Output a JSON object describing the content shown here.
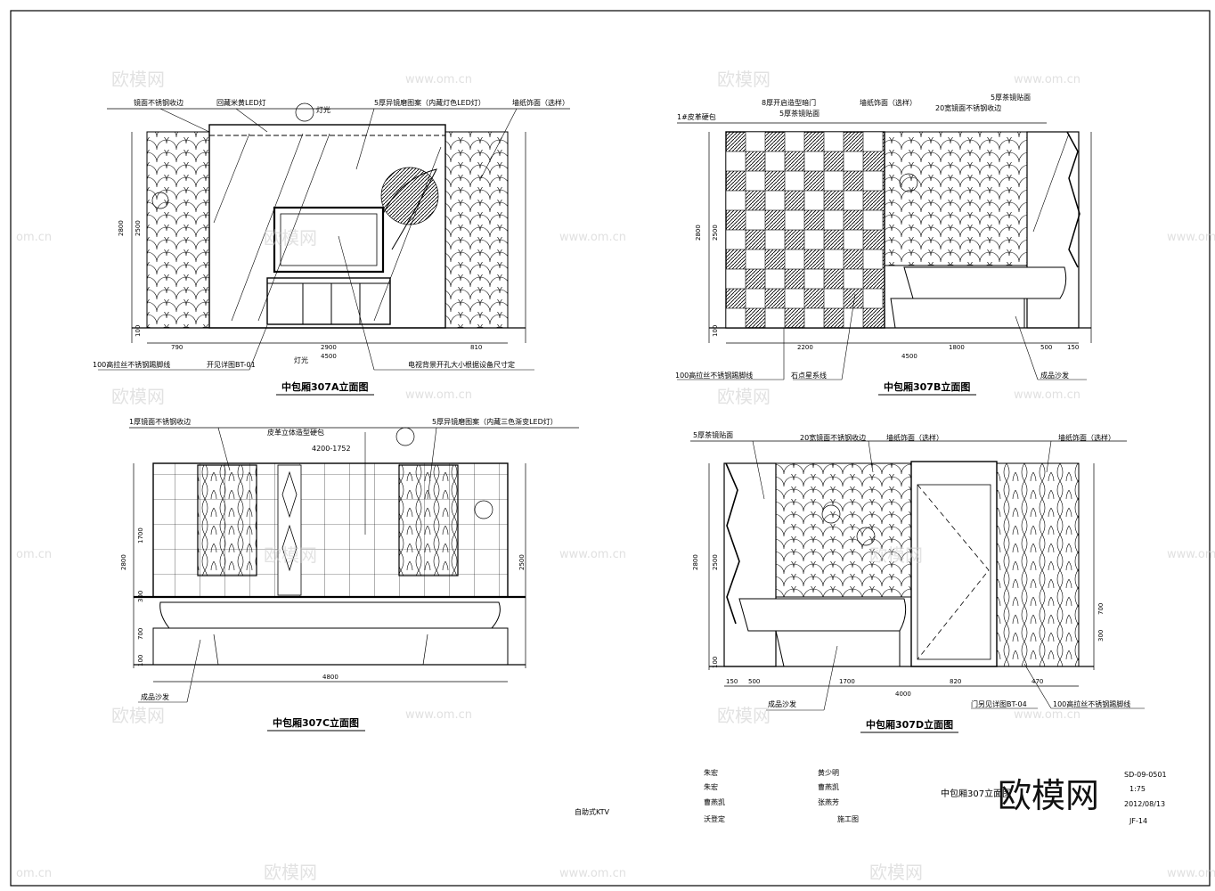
{
  "watermark": {
    "logo_text": "欧模网",
    "url_text": "www.om.cn",
    "url_text_short": "om.cn"
  },
  "elevation_a": {
    "title": "中包厢307A立面图",
    "notes": [
      "镜面不锈钢收边",
      "回藏米黄LED灯",
      "灯光",
      "5厚异镜磨图案（内藏灯色LED灯）",
      "墙纸饰面（选样）",
      "100高拉丝不锈钢踢脚线",
      "开见详图BT-01",
      "灯光",
      "电视背景开孔大小根据设备尺寸定"
    ],
    "dims_bottom": [
      "790",
      "2900",
      "810",
      "4500"
    ],
    "dims_side": [
      "2800",
      "2500",
      "100"
    ]
  },
  "elevation_b": {
    "title": "中包厢307B立面图",
    "notes": [
      "1#皮革硬包",
      "8厚开启造型暗门",
      "5厚茶镜贴面",
      "墙纸饰面（选样）",
      "20宽镜面不锈钢收边",
      "5厚茶镜贴面",
      "100高拉丝不锈钢踢脚线",
      "石点星系线",
      "成品沙发"
    ],
    "dims_bottom": [
      "2200",
      "1800",
      "500",
      "150",
      "4500"
    ],
    "dims_side": [
      "2800",
      "2500",
      "100"
    ]
  },
  "elevation_c": {
    "title": "中包厢307C立面图",
    "notes": [
      "1厚镜面不锈钢收边",
      "皮革立体造型硬包",
      "4200-1752",
      "5厚异镜磨图案（内藏三色渐变LED灯）",
      "成品沙发"
    ],
    "dims_bottom": [
      "4800"
    ],
    "dims_side": [
      "1700",
      "2800",
      "2500",
      "300",
      "700",
      "100"
    ]
  },
  "elevation_d": {
    "title": "中包厢307D立面图",
    "notes": [
      "5厚茶镜贴面",
      "20宽镜面不锈钢收边",
      "墙纸饰面（选样）",
      "墙纸饰面（选样）",
      "成品沙发",
      "门另见详图BT-04",
      "100高拉丝不锈钢踢脚线"
    ],
    "dims_bottom": [
      "150",
      "500",
      "1700",
      "820",
      "4000",
      "470"
    ],
    "dims_side": [
      "2800",
      "2500",
      "700",
      "300",
      "100"
    ]
  },
  "title_block": {
    "project": "自助式KTV",
    "col1": [
      "朱宏",
      "朱宏",
      "曹燕凯",
      "沃登定"
    ],
    "col2": [
      "黄少明",
      "曹燕凯",
      "张燕芳",
      "施工图"
    ],
    "drawing_title": "中包厢307立面图",
    "number": "SD-09-0501",
    "scale": "1:75",
    "date": "2012/08/13",
    "sheet": "JF-14"
  }
}
